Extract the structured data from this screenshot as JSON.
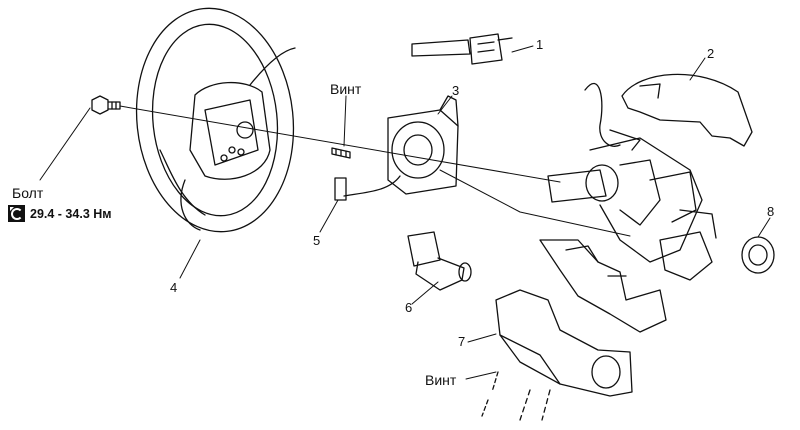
{
  "labels": {
    "bolt": "Болт",
    "torque": "29.4 - 34.3 Нм",
    "screw_top": "Винт",
    "screw_bottom": "Винт"
  },
  "callouts": [
    "1",
    "2",
    "3",
    "4",
    "5",
    "6",
    "7",
    "8"
  ],
  "icons": {
    "torque": "torque-wrench-icon"
  }
}
